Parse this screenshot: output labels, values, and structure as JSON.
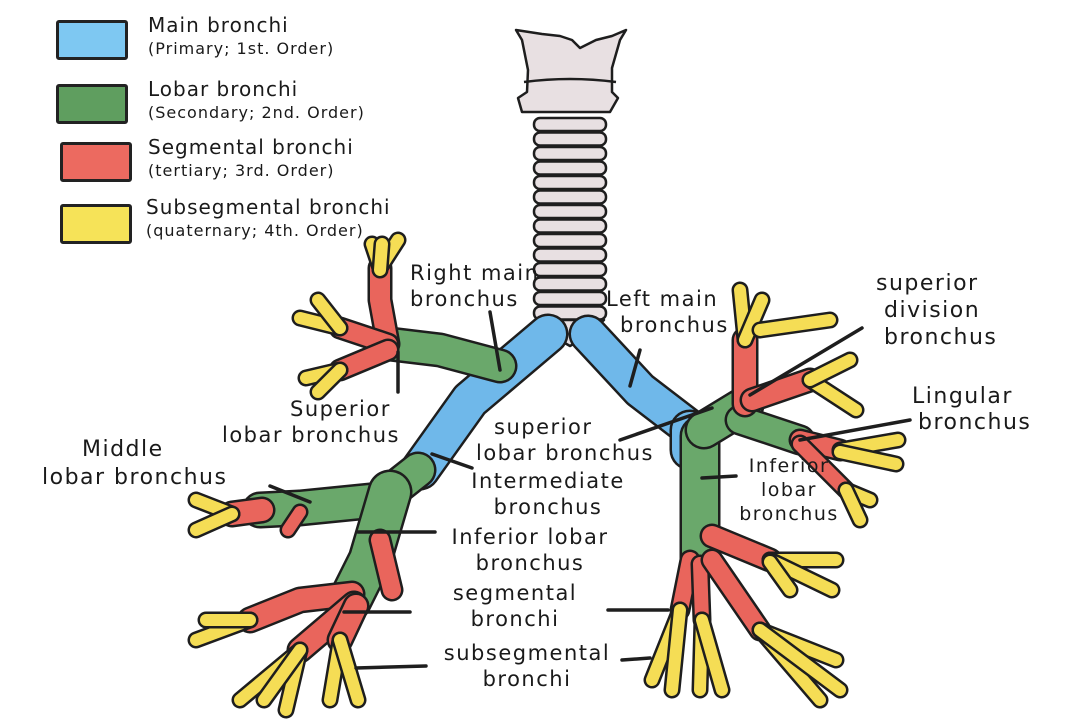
{
  "legend": [
    {
      "title": "Main bronchi",
      "subtitle": "(Primary; 1st. Order)",
      "color": "#7ec8f2"
    },
    {
      "title": "Lobar bronchi",
      "subtitle": "(Secondary; 2nd. Order)",
      "color": "#5f9e5f"
    },
    {
      "title": "Segmental bronchi",
      "subtitle": "(tertiary; 3rd. Order)",
      "color": "#ec6a60"
    },
    {
      "title": "Subsegmental bronchi",
      "subtitle": "(quaternary; 4th. Order)",
      "color": "#f6e358"
    }
  ],
  "colors": {
    "main": "#6fb8ea",
    "lobar": "#6aa86b",
    "segmental": "#e9655c",
    "subsegmental": "#f5dd55",
    "trachea": "#e8e0e2",
    "outline": "#1e1e1e"
  },
  "labels": {
    "right_main": [
      "Right main",
      "bronchus"
    ],
    "left_main": [
      "Left main",
      "bronchus"
    ],
    "superior_division": [
      "superior",
      "division",
      "bronchus"
    ],
    "lingular": [
      "Lingular",
      "bronchus"
    ],
    "right_superior_lobar": [
      "Superior",
      "lobar bronchus"
    ],
    "middle_lobar": [
      "Middle",
      "lobar bronchus"
    ],
    "left_superior_lobar": [
      "superior",
      "lobar bronchus"
    ],
    "intermediate": [
      "Intermediate",
      "bronchus"
    ],
    "right_inferior_lobar": [
      "Inferior lobar",
      "bronchus"
    ],
    "left_inferior_lobar": [
      "Inferior",
      "lobar",
      "bronchus"
    ],
    "segmental": [
      "segmental",
      "bronchi"
    ],
    "subsegmental": [
      "subsegmental",
      "bronchi"
    ]
  }
}
